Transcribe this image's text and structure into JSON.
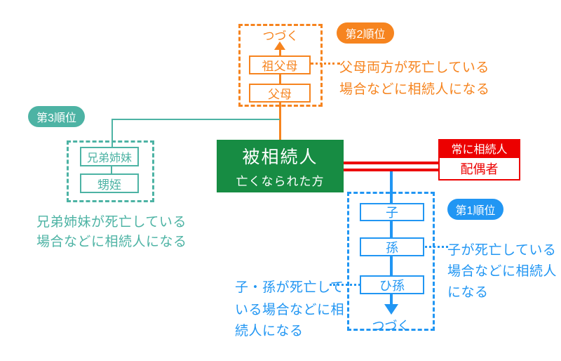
{
  "colors": {
    "orange": "#F6841F",
    "teal": "#4DB3A4",
    "green": "#178C43",
    "red": "#EC0000",
    "blue": "#2196F3"
  },
  "center": {
    "title": "被相続人",
    "subtitle": "亡くなられた方"
  },
  "spouse": {
    "header": "常に相続人",
    "label": "配偶者"
  },
  "rank2": {
    "badge": "第2順位",
    "continues": "つづく",
    "boxes": [
      "祖父母",
      "父母"
    ],
    "note": [
      "父母両方が死亡している",
      "場合などに相続人になる"
    ]
  },
  "rank3": {
    "badge": "第3順位",
    "boxes": [
      "兄弟姉妹",
      "甥姪"
    ],
    "note": [
      "兄弟姉妹が死亡している",
      "場合などに相続人になる"
    ]
  },
  "rank1": {
    "badge": "第1順位",
    "continues": "つづく",
    "boxes": [
      "子",
      "孫",
      "ひ孫"
    ],
    "note_right": [
      "子が死亡している",
      "場合などに相続人",
      "になる"
    ],
    "note_left": [
      "子・孫が死亡して",
      "いる場合などに相",
      "続人になる"
    ]
  }
}
